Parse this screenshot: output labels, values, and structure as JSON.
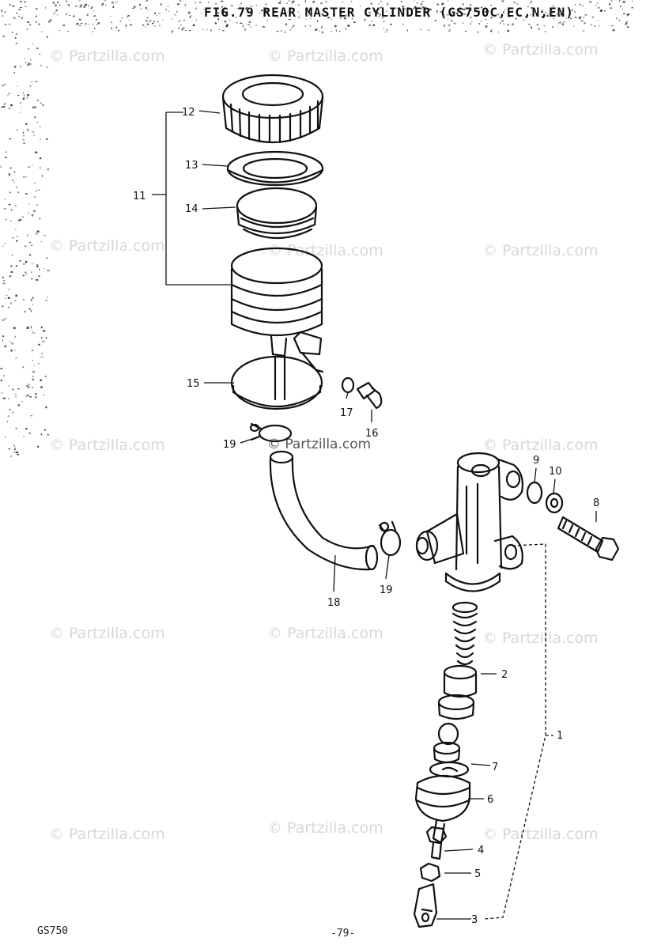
{
  "title": "FIG.79  REAR MASTER CYLINDER (GS750C,EC,N,EN)",
  "footer": {
    "model": "GS750",
    "page": "-79-"
  },
  "watermark": "© Partzilla.com",
  "accent_color": "#111111",
  "callouts": {
    "p1": "1",
    "p2": "2",
    "p3": "3",
    "p4": "4",
    "p5": "5",
    "p6": "6",
    "p7": "7",
    "p8": "8",
    "p9": "9",
    "p10": "10",
    "p11": "11",
    "p12": "12",
    "p13": "13",
    "p14": "14",
    "p15": "15",
    "p16": "16",
    "p17": "17",
    "p18": "18",
    "p19a": "19",
    "p19b": "19"
  }
}
